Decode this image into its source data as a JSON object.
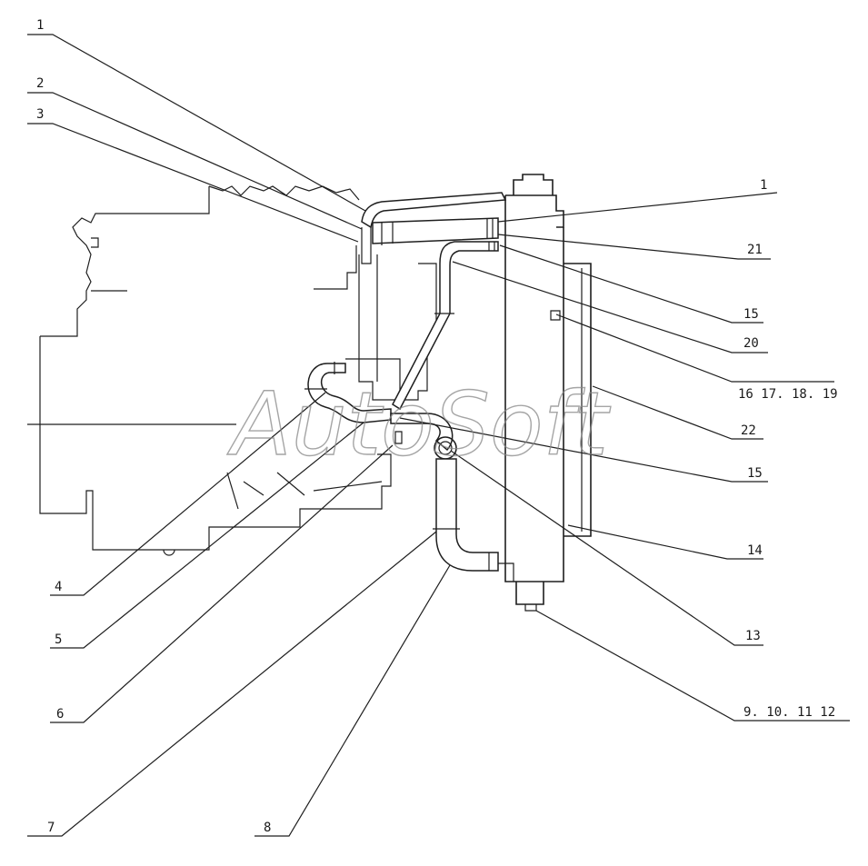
{
  "watermark": "AutoSoft",
  "callouts": {
    "c1a": "1",
    "c2": "2",
    "c3": "3",
    "c1b": "1",
    "c21": "21",
    "c15a": "15",
    "c20": "20",
    "c16": "16 17. 18. 19",
    "c22": "22",
    "c15b": "15",
    "c14": "14",
    "c13": "13",
    "c9": "9. 10. 11 12",
    "c4": "4",
    "c5": "5",
    "c6": "6",
    "c7": "7",
    "c8": "8"
  }
}
